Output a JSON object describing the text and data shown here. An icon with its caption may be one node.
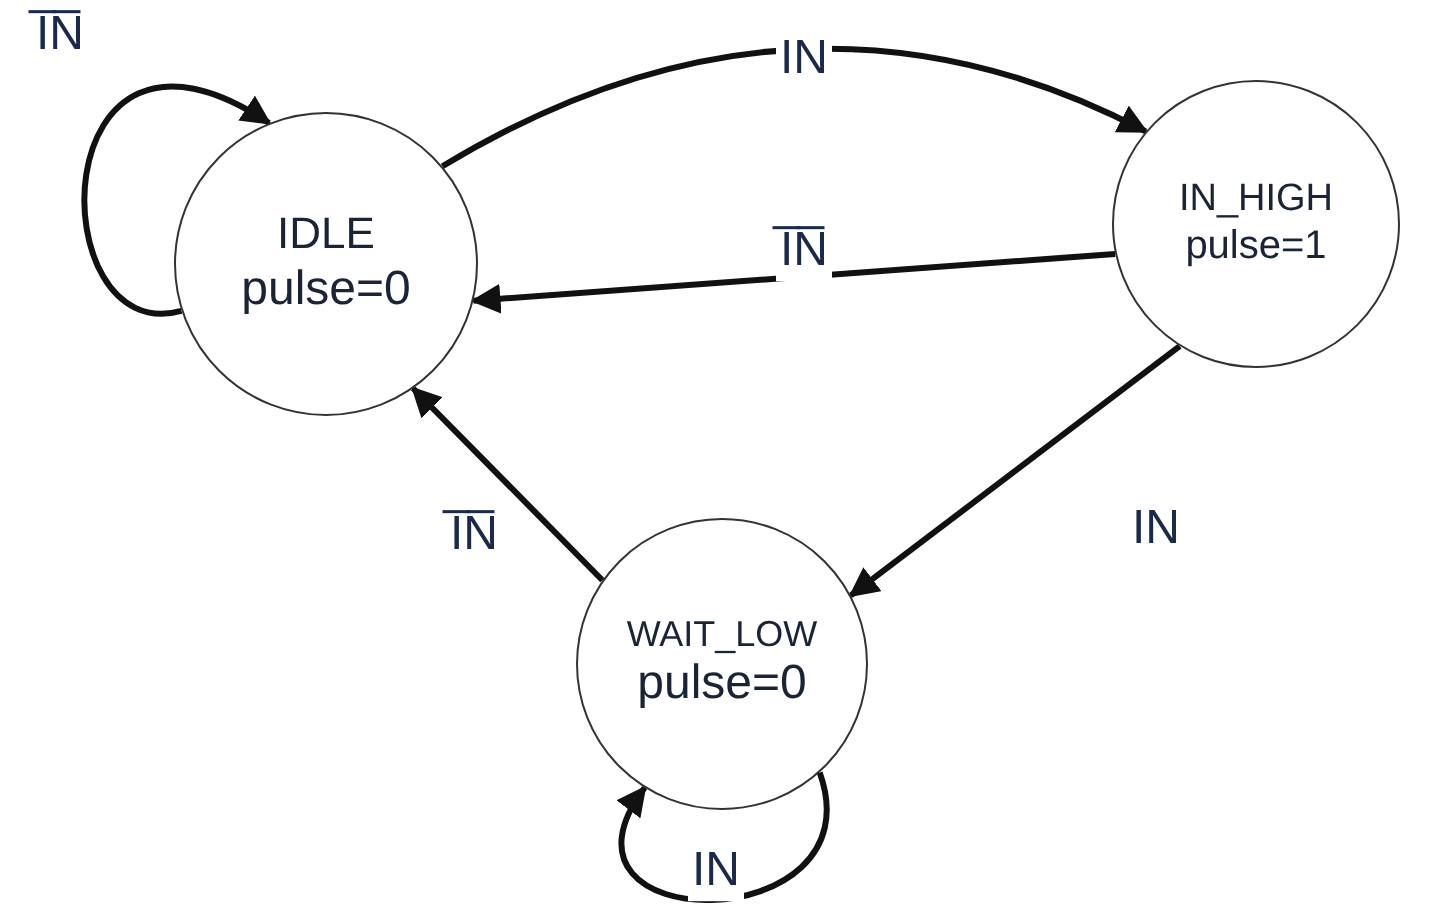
{
  "diagram": {
    "nodes": [
      {
        "text": [
          "IDLE",
          "pulse=0"
        ]
      },
      {
        "text": [
          "IN_HIGH",
          "pulse=1"
        ]
      },
      {
        "text": [
          "WAIT_LOW",
          "pulse=0"
        ]
      }
    ],
    "edges": [
      {
        "from": 0,
        "to": 0,
        "arrow": "to",
        "label": "I̅N̅"
      },
      {
        "from": 0,
        "to": 1,
        "arrow": "to",
        "label": "IN"
      },
      {
        "from": 1,
        "to": 0,
        "arrow": "to",
        "label": "I̅N̅"
      },
      {
        "from": 1,
        "to": 2,
        "arrow": "to",
        "label": "IN"
      },
      {
        "from": 2,
        "to": 0,
        "arrow": "to",
        "label": "I̅N̅"
      },
      {
        "from": 2,
        "to": 2,
        "arrow": "to",
        "label": "IN"
      }
    ]
  }
}
